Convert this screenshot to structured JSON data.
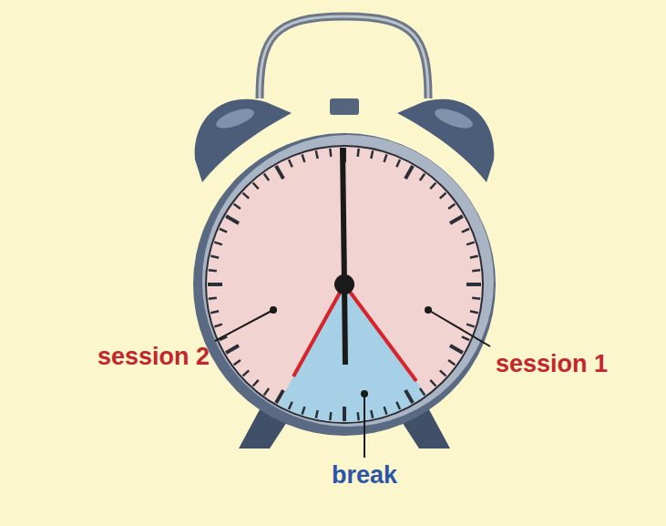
{
  "diagram": {
    "labels": [
      "session 2",
      "session 1",
      "break"
    ]
  }
}
